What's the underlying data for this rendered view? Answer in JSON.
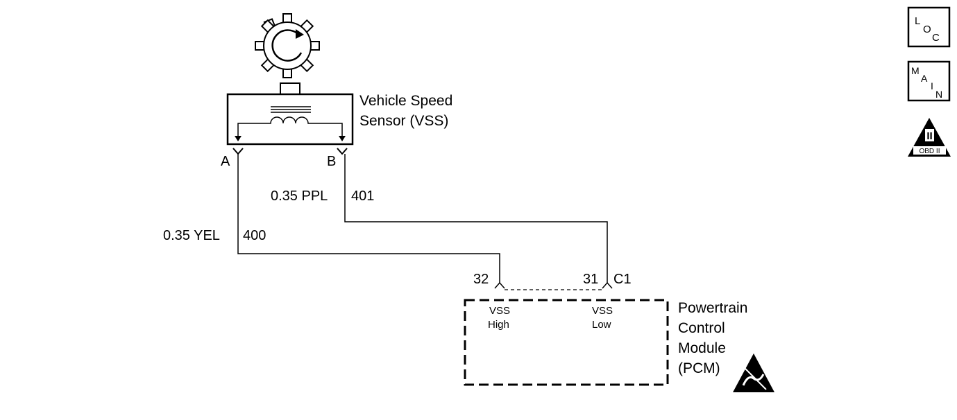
{
  "sensor": {
    "title_line1": "Vehicle Speed",
    "title_line2": "Sensor (VSS)",
    "pin_a": "A",
    "pin_b": "B"
  },
  "wires": {
    "yel_label": "0.35 YEL",
    "yel_circuit": "400",
    "ppl_label": "0.35 PPL",
    "ppl_circuit": "401"
  },
  "pcm": {
    "pin_high": "32",
    "pin_low": "31",
    "connector": "C1",
    "vss_high_line1": "VSS",
    "vss_high_line2": "High",
    "vss_low_line1": "VSS",
    "vss_low_line2": "Low",
    "name_line1": "Powertrain",
    "name_line2": "Control",
    "name_line3": "Module",
    "name_line4": "(PCM)"
  },
  "nav": {
    "loc_l": "L",
    "loc_o": "O",
    "loc_c": "C",
    "main_m": "M",
    "main_a": "A",
    "main_i": "I",
    "main_n": "N",
    "obd_numeral": "II",
    "obd_label": "OBD II"
  }
}
